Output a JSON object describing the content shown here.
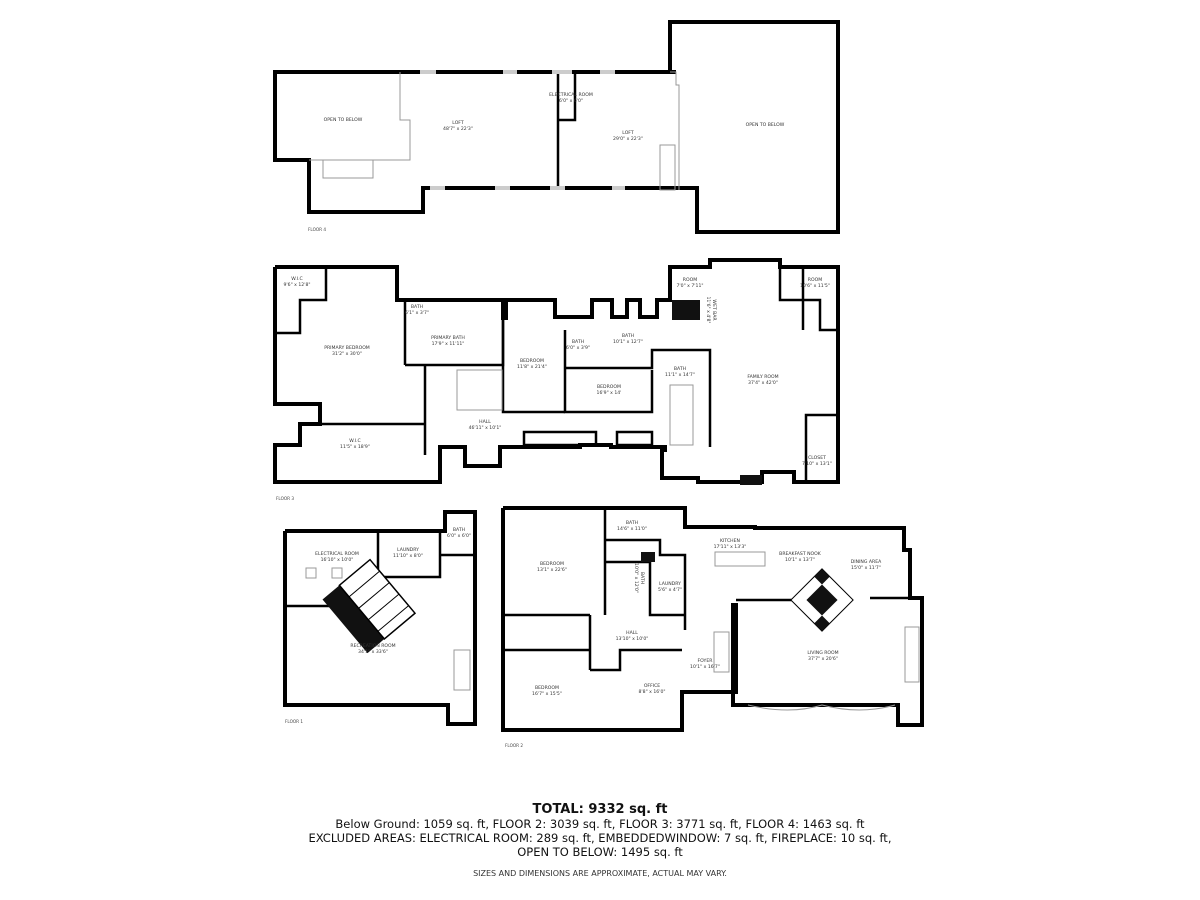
{
  "floors": {
    "floor4": {
      "label": "FLOOR 4",
      "rooms": [
        {
          "name": "OPEN TO BELOW",
          "dims": ""
        },
        {
          "name": "LOFT",
          "dims": "48'7\" x 22'3\""
        },
        {
          "name": "ELECTRICAL ROOM",
          "dims": "6'0\" x 6'0\""
        },
        {
          "name": "LOFT",
          "dims": "29'0\" x 22'3\""
        },
        {
          "name": "OPEN TO BELOW",
          "dims": ""
        }
      ]
    },
    "floor3": {
      "label": "FLOOR 3",
      "rooms": [
        {
          "name": "W.I.C",
          "dims": "9'6\" x 12'8\""
        },
        {
          "name": "PRIMARY BEDROOM",
          "dims": "31'2\" x 30'0\""
        },
        {
          "name": "BATH",
          "dims": "6'1\" x 3'7\""
        },
        {
          "name": "PRIMARY BATH",
          "dims": "17'9\" x 11'11\""
        },
        {
          "name": "BEDROOM",
          "dims": "11'8\" x 21'4\""
        },
        {
          "name": "BATH",
          "dims": "6'0\" x 3'9\""
        },
        {
          "name": "BATH",
          "dims": "10'1\" x 12'7\""
        },
        {
          "name": "BEDROOM",
          "dims": "16'9\" x 14'"
        },
        {
          "name": "HALL",
          "dims": "46'11\" x 10'1\""
        },
        {
          "name": "W.I.C",
          "dims": "11'5\" x 18'9\""
        },
        {
          "name": "ROOM",
          "dims": "7'0\" x 7'11\""
        },
        {
          "name": "ROOM",
          "dims": "10'6\" x 11'5\""
        },
        {
          "name": "BATH",
          "dims": "11'1\" x 14'7\""
        },
        {
          "name": "FAMILY ROOM",
          "dims": "37'4\" x 42'0\""
        },
        {
          "name": "CLOSET",
          "dims": "7'10\" x 13'1\""
        },
        {
          "name": "WET BAR",
          "dims": "11'6\" x 4'8\""
        }
      ]
    },
    "floor1": {
      "label": "FLOOR 1",
      "rooms": [
        {
          "name": "ELECTRICAL ROOM",
          "dims": "16'10\" x 10'0\""
        },
        {
          "name": "LAUNDRY",
          "dims": "11'10\" x 8'0\""
        },
        {
          "name": "BATH",
          "dims": "6'0\" x 6'0\""
        },
        {
          "name": "RECREATION ROOM",
          "dims": "34'1\" x 33'6\""
        }
      ]
    },
    "floor2": {
      "label": "FLOOR 2",
      "rooms": [
        {
          "name": "BEDROOM",
          "dims": "13'1\" x 22'6\""
        },
        {
          "name": "BATH",
          "dims": "14'6\" x 11'0\""
        },
        {
          "name": "BATH",
          "dims": "10'0\" x 12'0\""
        },
        {
          "name": "LAUNDRY",
          "dims": "5'6\" x 4'7\""
        },
        {
          "name": "KITCHEN",
          "dims": "17'11\" x 13'3\""
        },
        {
          "name": "BREAKFAST NOOK",
          "dims": "10'1\" x 13'7\""
        },
        {
          "name": "DINING AREA",
          "dims": "15'0\" x 11'7\""
        },
        {
          "name": "HALL",
          "dims": "13'10\" x 10'0\""
        },
        {
          "name": "FOYER",
          "dims": "10'1\" x 16'7\""
        },
        {
          "name": "OFFICE",
          "dims": "8'8\" x 16'0\""
        },
        {
          "name": "BEDROOM",
          "dims": "16'7\" x 15'5\""
        },
        {
          "name": "LIVING ROOM",
          "dims": "37'7\" x 20'6\""
        }
      ]
    }
  },
  "summary": {
    "total": "TOTAL: 9332 sq. ft",
    "line1": "Below Ground: 1059 sq. ft, FLOOR 2: 3039 sq. ft, FLOOR 3: 3771 sq. ft, FLOOR 4: 1463 sq. ft",
    "line2": "EXCLUDED AREAS: ELECTRICAL ROOM: 289 sq. ft, EMBEDDEDWINDOW: 7 sq. ft, FIREPLACE: 10 sq. ft,",
    "line3": "OPEN TO BELOW: 1495 sq. ft",
    "disclaimer": "SIZES AND DIMENSIONS ARE APPROXIMATE, ACTUAL MAY VARY."
  }
}
